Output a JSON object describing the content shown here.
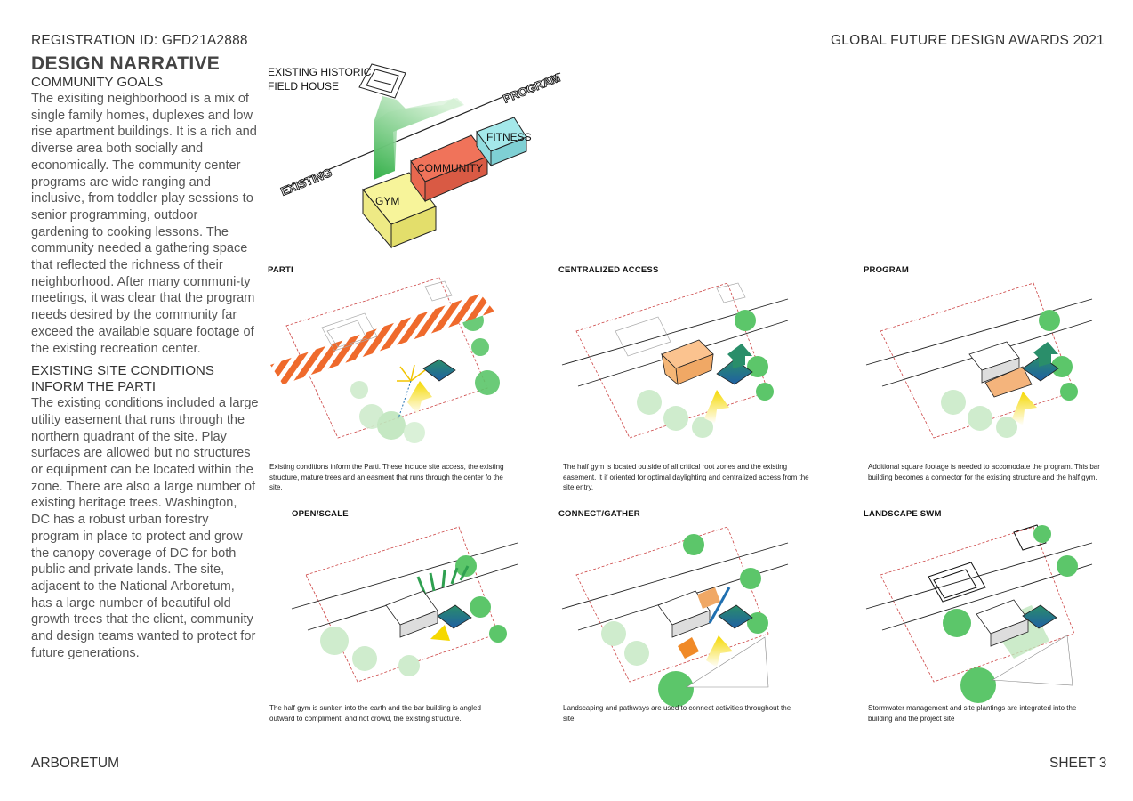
{
  "header": {
    "registration": "REGISTRATION ID: GFD21A2888",
    "award": "GLOBAL FUTURE DESIGN AWARDS 2021"
  },
  "narrative": {
    "title": "DESIGN NARRATIVE",
    "community_heading": "COMMUNITY GOALS",
    "community_text": "The exisiting neighborhood is a mix of single family homes, duplexes and low rise apartment buildings.  It is a rich and diverse area both socially and economically.  The community center programs are wide ranging and inclusive, from toddler play sessions to senior programming, outdoor gardening to cooking lessons.  The community needed a gathering space that reflected the richness of their neighborhood.  After many communi-ty meetings, it was clear that the program needs desired by the community far exceed the available square footage of the existing recreation center.",
    "site_heading": "EXISTING SITE CONDITIONS INFORM THE PARTI",
    "site_text": "The existing conditions included a large utility easement that runs through the northern quadrant of the site.  Play surfaces are allowed but no structures or equipment can be located within the zone.  There are also a large number of existing heritage trees.  Washington, DC has a robust urban forestry program in place to protect and grow the canopy coverage of DC for both public and private lands.  The site, adjacent to the National Arboretum, has a large number of beautiful old growth trees that the client, community and design teams wanted to protect for future generations."
  },
  "concept": {
    "field_house": "EXISTING HISTORIC",
    "field_house_2": "FIELD HOUSE",
    "axis_existing": "EXISTING",
    "axis_program": "PROGRAM",
    "gym": "GYM",
    "community": "COMMUNITY",
    "fitness": "FITNESS",
    "colors": {
      "gym": "#f7f49a",
      "community": "#f0735a",
      "fitness": "#a4e8ea",
      "arrow": "#3bb54a"
    }
  },
  "diagrams": [
    {
      "title": "PARTI",
      "caption": "Existing conditions inform the Parti.  These include site access, the existing structure, mature trees and an easment that runs through the center fo the site."
    },
    {
      "title": "CENTRALIZED ACCESS",
      "caption": "The half gym is located outside of all critical root zones and the existing easement.  It if oriented for optimal daylighting and centralized access from the site entry."
    },
    {
      "title": "PROGRAM",
      "caption": "Additional square footage is needed to accomodate the program.  This bar building becomes a connector for the existing structure and the half gym."
    },
    {
      "title": "OPEN/SCALE",
      "caption": "The half gym is sunken into the earth and the bar building is angled outward to compliment, and not crowd, the existing structure."
    },
    {
      "title": "CONNECT/GATHER",
      "caption": "Landscaping and pathways are used to connect activities throughout the site"
    },
    {
      "title": "LANDSCAPE SWM",
      "caption": "Stormwater management and site plantings are integrated into the building and the project site"
    }
  ],
  "footer": {
    "project": "ARBORETUM",
    "sheet": "SHEET 3"
  }
}
